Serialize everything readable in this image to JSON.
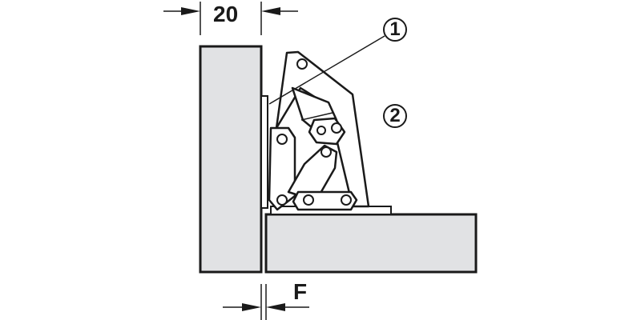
{
  "diagram": {
    "type": "technical-drawing",
    "subject": "concealed cabinet hinge mounted between side panel and door (top view)",
    "dimensions": {
      "panel_thickness": "20",
      "gap": "F"
    },
    "callouts": [
      {
        "id": "1",
        "label": "1"
      },
      {
        "id": "2",
        "label": "2"
      }
    ],
    "colors": {
      "line": "#1a1a1a",
      "panel_fill": "#e1e2e4",
      "background": "#ffffff"
    }
  }
}
